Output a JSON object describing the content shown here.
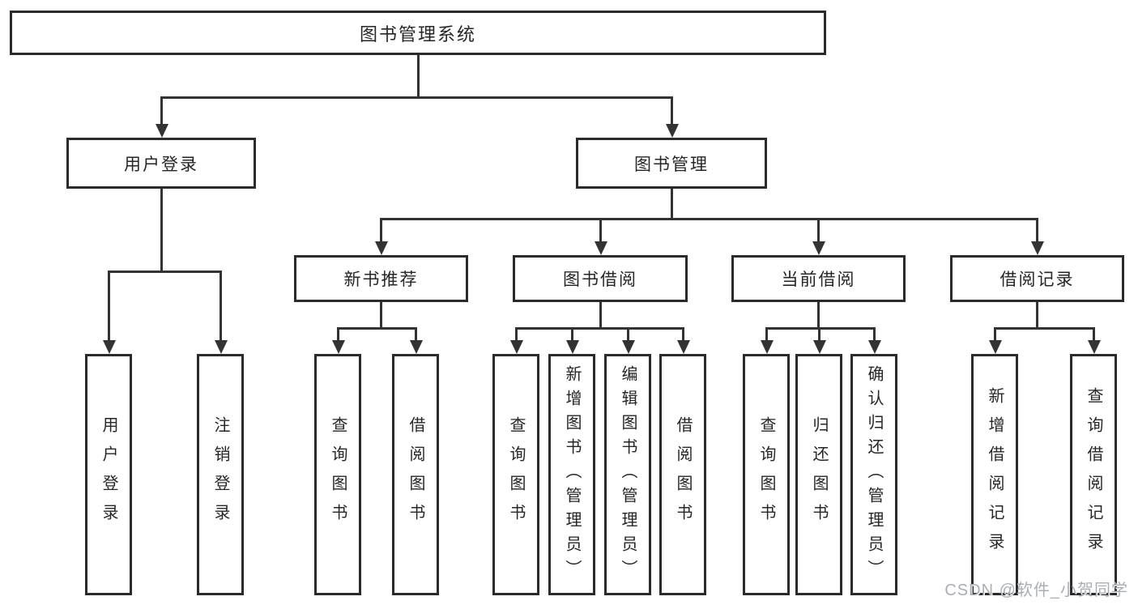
{
  "tree": {
    "root": "图书管理系统",
    "children": [
      {
        "label": "用户登录",
        "children": [
          {
            "label": "用户登录"
          },
          {
            "label": "注销登录"
          }
        ]
      },
      {
        "label": "图书管理",
        "children": [
          {
            "label": "新书推荐",
            "children": [
              {
                "label": "查询图书"
              },
              {
                "label": "借阅图书"
              }
            ]
          },
          {
            "label": "图书借阅",
            "children": [
              {
                "label": "查询图书"
              },
              {
                "label": "新增图书（管理员）"
              },
              {
                "label": "编辑图书（管理员）"
              },
              {
                "label": "借阅图书"
              }
            ]
          },
          {
            "label": "当前借阅",
            "children": [
              {
                "label": "查询图书"
              },
              {
                "label": "归还图书"
              },
              {
                "label": "确认归还（管理员）"
              }
            ]
          },
          {
            "label": "借阅记录",
            "children": [
              {
                "label": "新增借阅记录"
              },
              {
                "label": "查询借阅记录"
              }
            ]
          }
        ]
      }
    ]
  },
  "watermark": "CSDN @软件_小贺同学",
  "colors": {
    "line": "#333333",
    "box_border": "#2b2b2b",
    "text": "#262626",
    "watermark": "#a9aeb3",
    "background": "#ffffff"
  }
}
